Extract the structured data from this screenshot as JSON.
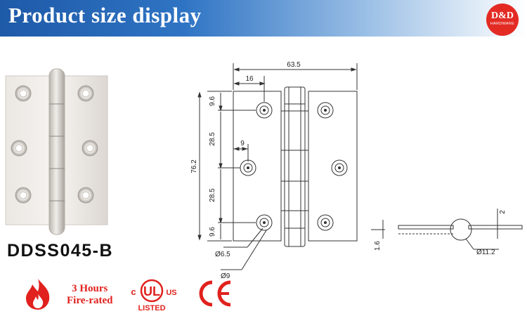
{
  "header": {
    "title": "Product size display"
  },
  "logo": {
    "main": "D&D",
    "sub": "HARDWARE"
  },
  "product": {
    "model": "DDSS045-B"
  },
  "front_view": {
    "width_label": "63.5",
    "leaf_label": "16",
    "height_label": "76.2",
    "edge_label_top": "9.6",
    "pitch_label_upper": "28.5",
    "pitch_label_lower": "28.5",
    "edge_label_bottom": "9.6",
    "offset_label": "9",
    "hole_label": "Ø6.5",
    "countersink_label": "Ø9"
  },
  "side_view": {
    "thickness_label": "2",
    "gap_label": "1.6",
    "knuckle_label": "Ø11.2"
  },
  "certifications": {
    "fire_line1": "3 Hours",
    "fire_line2": "Fire-rated",
    "ul_c": "c",
    "ul_us": "US",
    "ul_listed": "LISTED",
    "ce": "CE"
  },
  "colors": {
    "header_blue": "#1e5aa8",
    "brand_red": "#e32b24",
    "fire_red": "#e0211d"
  }
}
